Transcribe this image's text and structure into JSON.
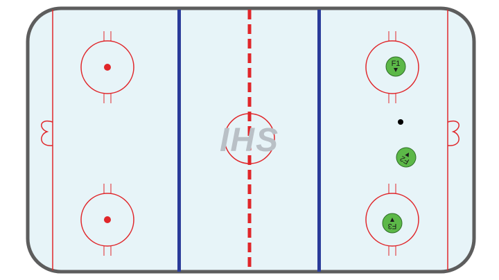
{
  "rink": {
    "logo_text": "IHS",
    "colors": {
      "ice": "#e7f4f8",
      "boards": "#5d5d5d",
      "red_line": "#e0262a",
      "blue_line": "#2a3b9a",
      "player_fill": "#5cb848",
      "player_stroke": "#2f6e28",
      "puck": "#000000",
      "logo": "#b9c0c6"
    }
  },
  "players": [
    {
      "label": "F1"
    },
    {
      "label": "F2"
    },
    {
      "label": "F3"
    }
  ],
  "puck": {
    "icon": "puck-dot"
  }
}
